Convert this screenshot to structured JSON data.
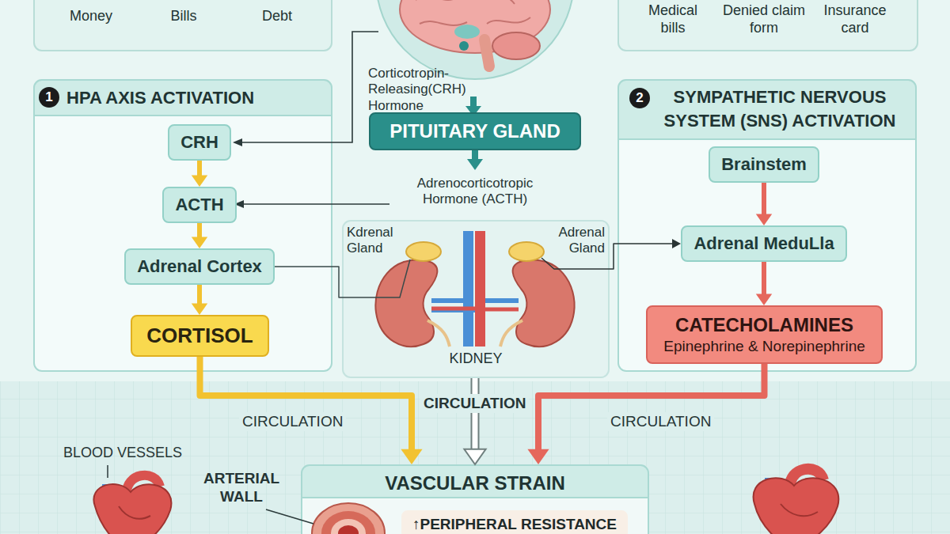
{
  "diagram": {
    "nodes": [
      {
        "text": [
          "Money",
          "Bills",
          "Debt"
        ]
      },
      {
        "text": [
          "Medical bills",
          "Denied claim form",
          "Insurance card"
        ]
      },
      {
        "text": [
          "HPA AXIS ACTIVATION"
        ]
      },
      {
        "text": [
          "CRH"
        ],
        "in": 2
      },
      {
        "text": [
          "ACTH"
        ],
        "in": 2
      },
      {
        "text": [
          "Adrenal Cortex"
        ],
        "in": 2
      },
      {
        "text": [
          "CORTISOL"
        ],
        "in": 2
      },
      {
        "text": [
          "PITUITARY GLAND"
        ]
      },
      {
        "text": [
          "Kdrenal Gland",
          "Adrenal Gland",
          "KIDNEY"
        ]
      },
      {
        "text": [
          "SYMPATHETIC NERVOUS SYSTEM (SNS) ACTIVATION"
        ]
      },
      {
        "text": [
          "Brainstem"
        ],
        "in": 9
      },
      {
        "text": [
          "Adrenal MeduLla"
        ],
        "in": 9
      },
      {
        "text": [
          "CATECHOLAMINES",
          "Epinephrine & Norepinephrine"
        ],
        "in": 9
      },
      {
        "text": [
          "VASCULAR STRAIN"
        ]
      },
      {
        "text": [
          "↑PERIPHERAL RESISTANCE"
        ],
        "in": 13
      }
    ],
    "edges": [
      {
        "from": 3,
        "to": 4,
        "arrow": "to"
      },
      {
        "from": 4,
        "to": 5,
        "arrow": "to"
      },
      {
        "from": 5,
        "to": 6,
        "arrow": "to"
      },
      {
        "from": 8,
        "to": 5,
        "arrow": "none"
      },
      {
        "from": 8,
        "to": 11,
        "arrow": "to"
      },
      {
        "from": 10,
        "to": 11,
        "arrow": "to"
      },
      {
        "from": 11,
        "to": 12,
        "arrow": "to"
      },
      {
        "from": 6,
        "to": 13,
        "label": "CIRCULATION",
        "arrow": "to"
      },
      {
        "from": 8,
        "to": 13,
        "label": "CIRCULATION",
        "arrow": "to"
      },
      {
        "from": 12,
        "to": 13,
        "label": "CIRCULATION",
        "arrow": "to"
      }
    ],
    "labels": [
      "1",
      "Corticotropin- Releasing(CRH) Hormone",
      "2",
      "Adrenocorticotropic Hormone (ACTH)",
      "BLOOD VESSELS",
      "ARTERIAL WALL"
    ]
  }
}
